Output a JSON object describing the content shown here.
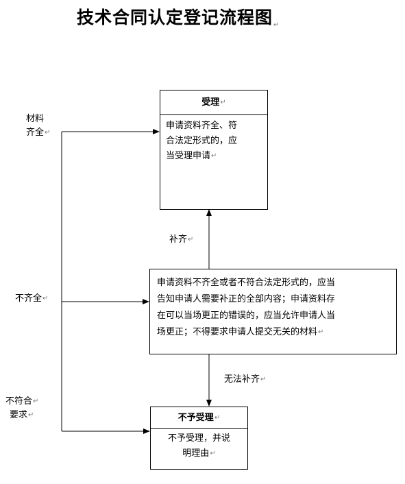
{
  "title": "技术合同认定登记流程图",
  "para_mark": "↵",
  "accept_box": {
    "header": "受理",
    "lines": [
      "申请资料齐全、符",
      "合法定形式的，应",
      "当受理申请"
    ]
  },
  "middle_box": {
    "lines": [
      "申请资料不齐全或者不符合法定形式的，应当",
      "告知申请人需要补正的全部内容；申请资料存",
      "在可以当场更正的错误的，应当允许申请人当",
      "场更正；不得要求申请人提交无关的材料"
    ]
  },
  "reject_box": {
    "header": "不予受理",
    "lines": [
      "不予受理，并说",
      "明理由"
    ]
  },
  "labels": {
    "complete_1": "材料",
    "complete_2": "齐全",
    "incomplete": "不齐全",
    "noncompliant_1": "不符合",
    "noncompliant_2": "要求",
    "supplement": "补齐",
    "cannot_supplement": "无法补齐"
  }
}
